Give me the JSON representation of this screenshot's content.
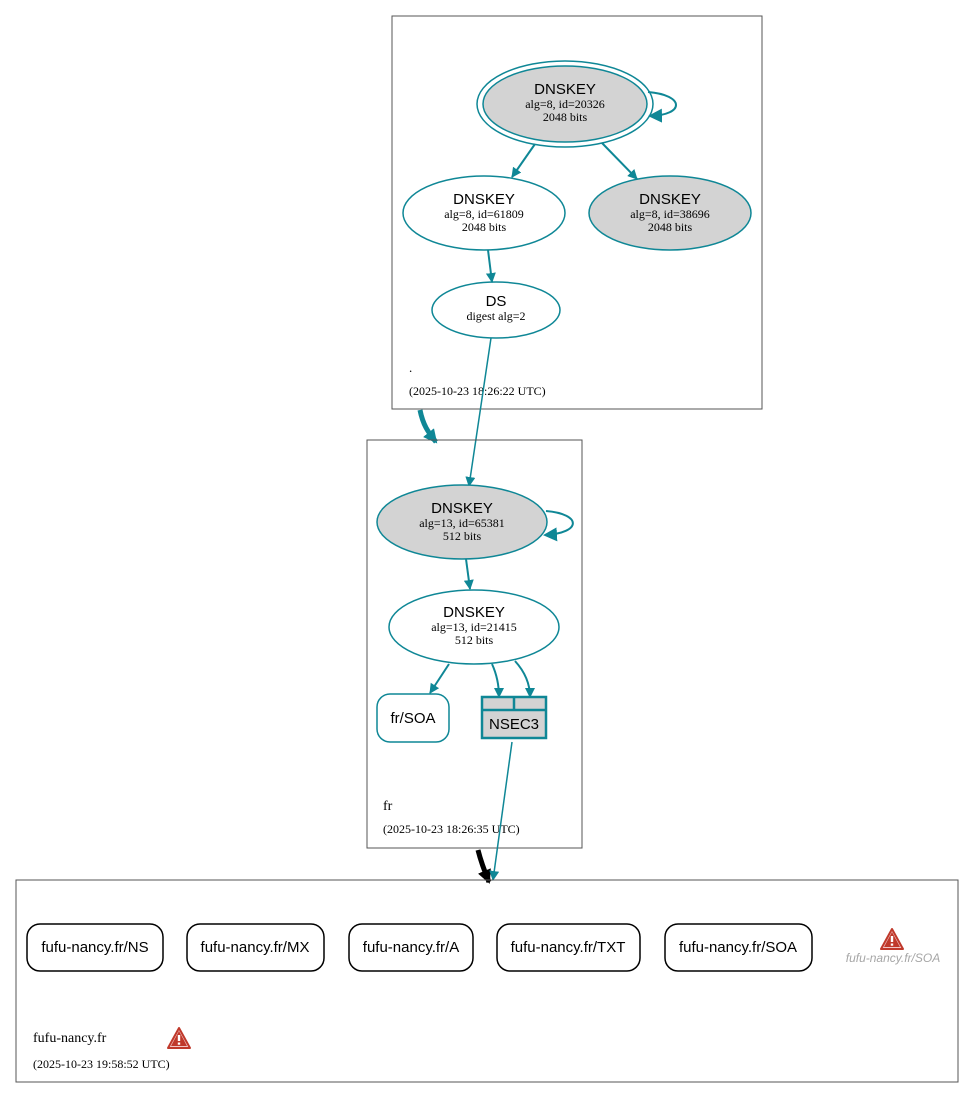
{
  "zones": {
    "root": {
      "name": ".",
      "timestamp": "(2025-10-23 18:26:22 UTC)"
    },
    "fr": {
      "name": "fr",
      "timestamp": "(2025-10-23 18:26:35 UTC)"
    },
    "fufu": {
      "name": "fufu-nancy.fr",
      "timestamp": "(2025-10-23 19:58:52 UTC)"
    }
  },
  "nodes": {
    "root_ksk": {
      "title": "DNSKEY",
      "line1": "alg=8, id=20326",
      "line2": "2048 bits"
    },
    "root_zsk1": {
      "title": "DNSKEY",
      "line1": "alg=8, id=61809",
      "line2": "2048 bits"
    },
    "root_zsk2": {
      "title": "DNSKEY",
      "line1": "alg=8, id=38696",
      "line2": "2048 bits"
    },
    "root_ds": {
      "title": "DS",
      "line1": "digest alg=2"
    },
    "fr_ksk": {
      "title": "DNSKEY",
      "line1": "alg=13, id=65381",
      "line2": "512 bits"
    },
    "fr_zsk": {
      "title": "DNSKEY",
      "line1": "alg=13, id=21415",
      "line2": "512 bits"
    },
    "fr_soa": {
      "label": "fr/SOA"
    },
    "fr_nsec3": {
      "label": "NSEC3"
    }
  },
  "records": {
    "ns": "fufu-nancy.fr/NS",
    "mx": "fufu-nancy.fr/MX",
    "a": "fufu-nancy.fr/A",
    "txt": "fufu-nancy.fr/TXT",
    "soa": "fufu-nancy.fr/SOA",
    "soa_warning": "fufu-nancy.fr/SOA"
  },
  "icons": {
    "warning": "warning-triangle-icon"
  },
  "colors": {
    "edge": "#0f8796",
    "ksk_fill": "#d3d3d3",
    "warning": "#c0392b",
    "warning_text": "#a6a6a6"
  }
}
